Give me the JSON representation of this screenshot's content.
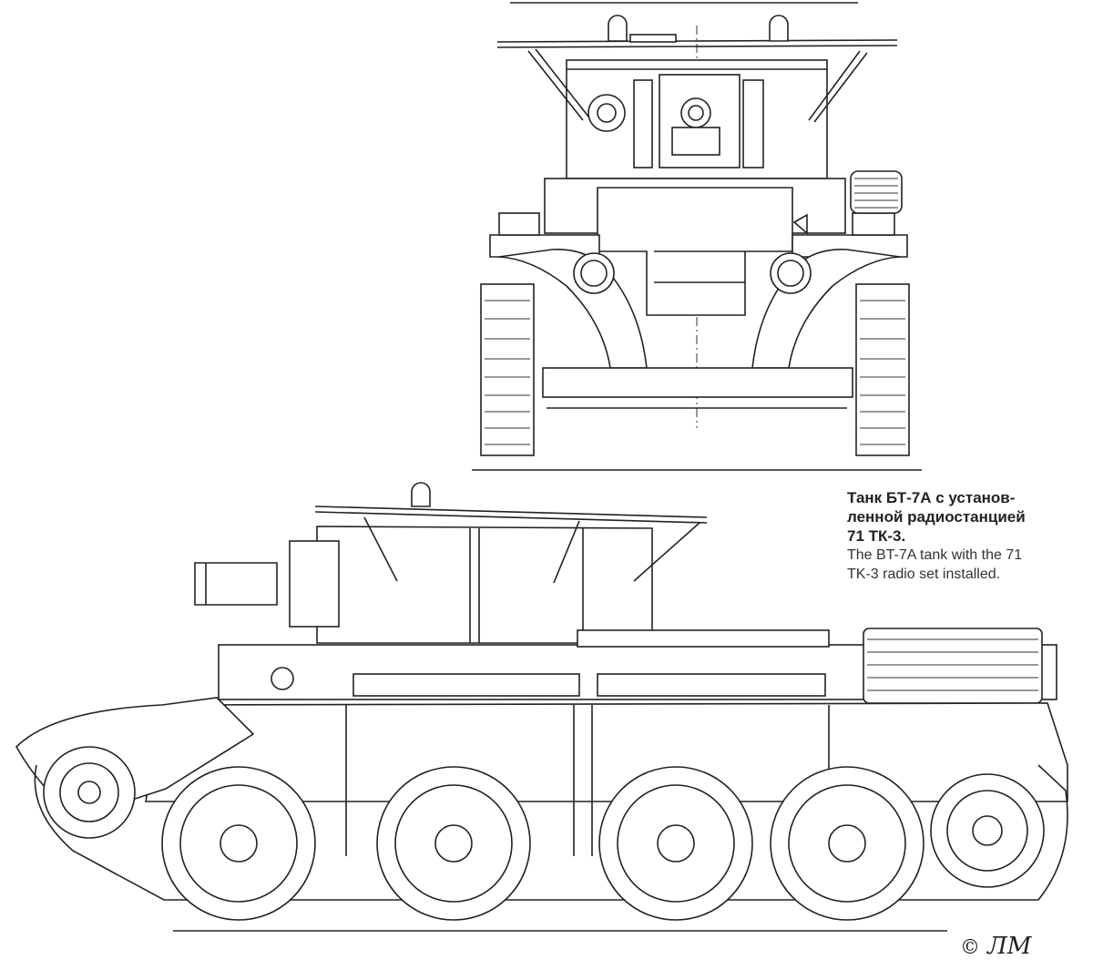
{
  "caption": {
    "ru_line1": "Танк БТ-7А с установ-",
    "ru_line2": "ленной радиостанцией",
    "ru_line3": "71 ТК-3.",
    "en_line1": "The BT-7A tank with the 71",
    "en_line2": "TK-3 radio set installed."
  },
  "footer": {
    "copyright_symbol": "©",
    "signature": "ЛМ"
  }
}
